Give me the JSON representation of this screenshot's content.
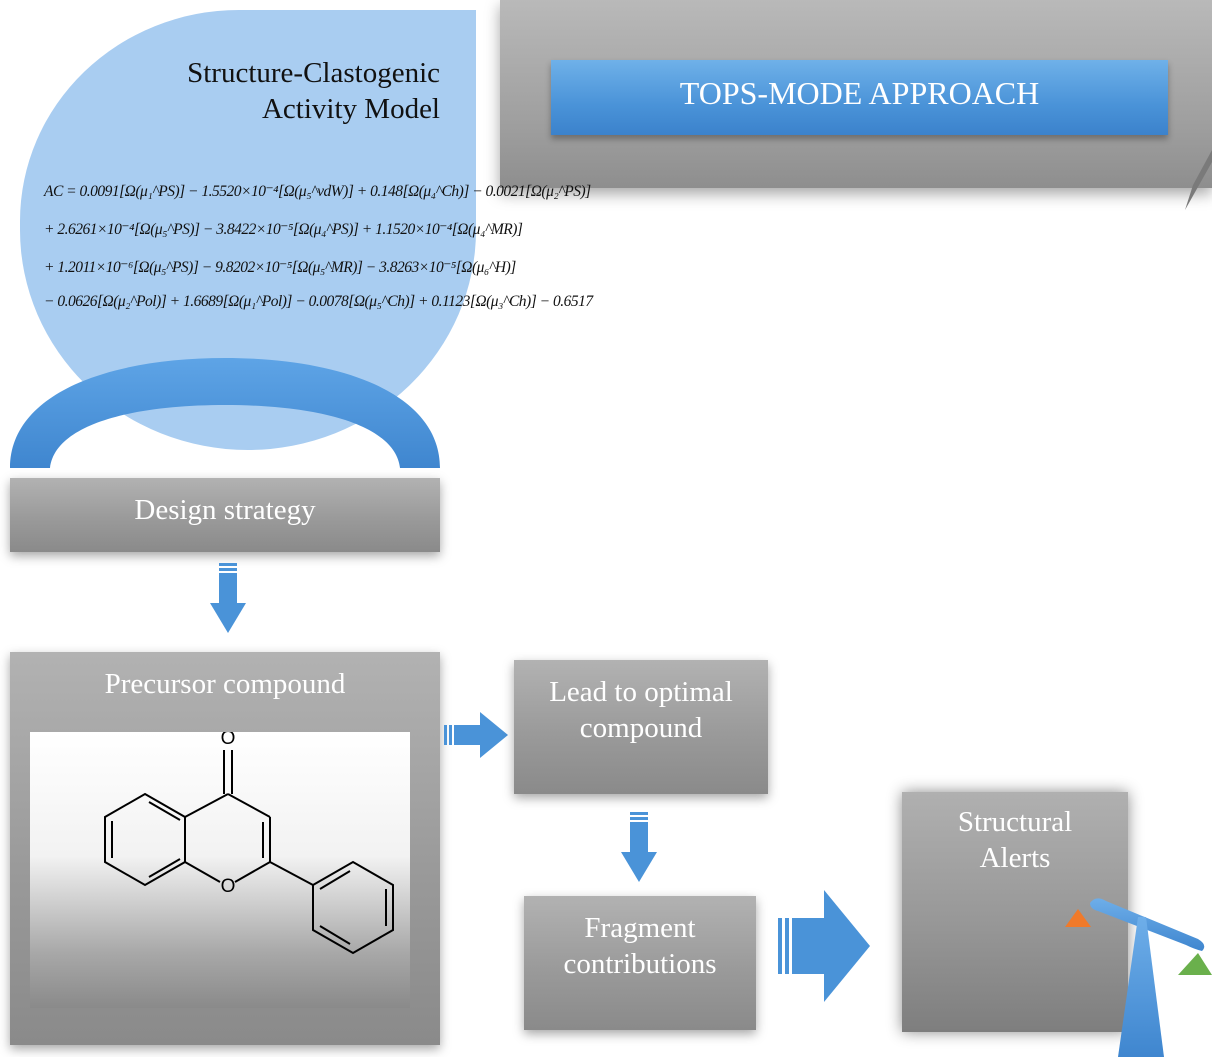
{
  "top_panel": {
    "label": "TOPS-MODE APPROACH"
  },
  "model_bubble": {
    "title_line1": "Structure-Clastogenic",
    "title_line2": "Activity Model",
    "equation_lines": [
      "AC = 0.0091[Ω(μ₁^PS)] − 1.5520×10⁻⁴[Ω(μ₅^vdW)] + 0.148[Ω(μ₄^Ch)] − 0.0021[Ω(μ₂^PS)]",
      "+ 2.6261×10⁻⁴[Ω(μ₅^PS)] − 3.8422×10⁻⁵[Ω(μ₄^PS)] + 1.1520×10⁻⁴[Ω(μ₄^MR)]",
      "+ 1.2011×10⁻⁶[Ω(μ₅^PS)] − 9.8202×10⁻⁵[Ω(μ₅^MR)] − 3.8263×10⁻⁵[Ω(μ₆^H)]",
      "− 0.0626[Ω(μ₂^Pol)] + 1.6689[Ω(μ₁^Pol)] − 0.0078[Ω(μ₅^Ch)] + 0.1123[Ω(μ₃^Ch)] − 0.6517"
    ]
  },
  "flow": {
    "design": "Design strategy",
    "precursor": "Precursor compound",
    "lead_line1": "Lead to optimal",
    "lead_line2": "compound",
    "fragment_line1": "Fragment",
    "fragment_line2": "contributions",
    "alerts_line1": "Structural",
    "alerts_line2": "Alerts"
  },
  "molecule": {
    "atom_labels": [
      "O",
      "O"
    ]
  },
  "colors": {
    "accent_blue": "#4a93d8",
    "bubble": "#a9cdf1",
    "box_gray": "#9a9a9a",
    "triangle_orange": "#f07a2a",
    "triangle_green": "#6ab04c"
  }
}
